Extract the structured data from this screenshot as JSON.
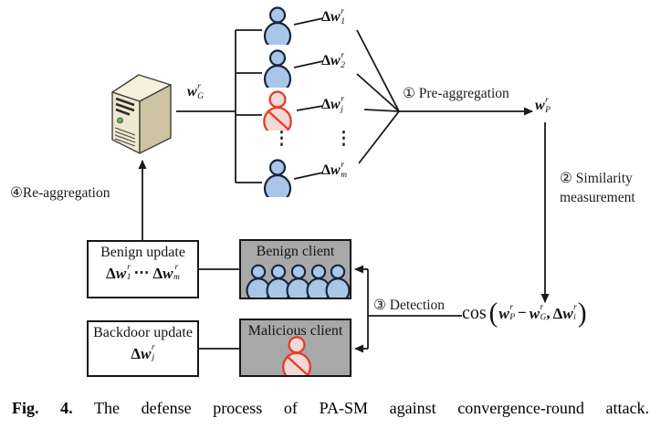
{
  "colors": {
    "line": "#1a1a1a",
    "benign_fill": "#a9c6e8",
    "benign_head": "#bcd3ee",
    "benign_stroke": "#15253d",
    "malicious_fill": "#f3d9d5",
    "malicious_head": "#f7e4e1",
    "malicious_stroke": "#e83a2b",
    "gray_box": "#a8a8a8",
    "server_front": "#efe8d0",
    "server_side": "#cdc3a2",
    "server_top": "#f6f1de",
    "server_outline": "#3f3f3f",
    "led_green": "#6fae4e"
  },
  "math": {
    "w_g": {
      "base": "w",
      "sup": "r",
      "sub": "G"
    },
    "w_p": {
      "base": "w",
      "sup": "r",
      "sub": "P"
    },
    "dw_1": {
      "pre": "Δ",
      "base": "w",
      "sup": "r",
      "sub": "1"
    },
    "dw_2": {
      "pre": "Δ",
      "base": "w",
      "sup": "r",
      "sub": "2"
    },
    "dw_j": {
      "pre": "Δ",
      "base": "w",
      "sup": "r",
      "sub": "j"
    },
    "dw_m": {
      "pre": "Δ",
      "base": "w",
      "sup": "r",
      "sub": "m"
    },
    "dw_i": {
      "pre": "Δ",
      "base": "w",
      "sup": "r",
      "sub": "i"
    },
    "ellipsis_v": "⋮",
    "ellipsis_h": "⋯"
  },
  "steps": {
    "step1": "① Pre-aggregation",
    "step2_line1": "② Similarity",
    "step2_line2": "measurement",
    "step3": "③ Detection",
    "step4": "④Re-aggregation"
  },
  "formula": {
    "func": "cos",
    "open": "(",
    "minus": "−",
    "comma": ",",
    "close": ")"
  },
  "boxes": {
    "benign_update_title": "Benign update",
    "benign_client_title": "Benign client",
    "backdoor_update_title": "Backdoor update",
    "malicious_client_title": "Malicious client"
  },
  "caption": {
    "label": "Fig. 4.",
    "text": "The defense process of PA-SM against convergence-round attack."
  }
}
